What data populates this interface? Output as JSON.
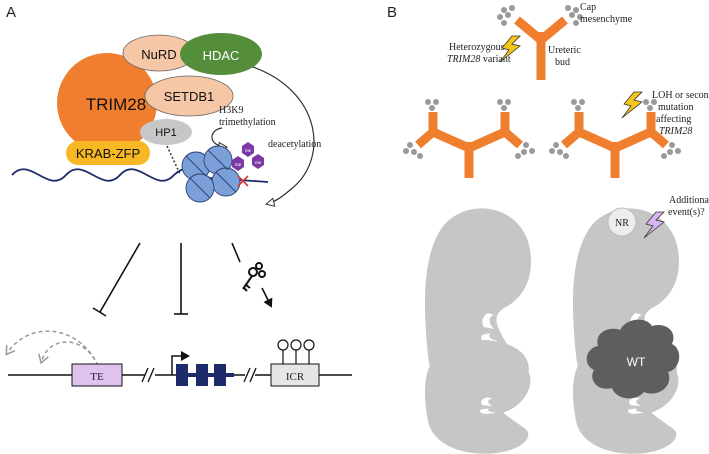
{
  "panels": {
    "a": "A",
    "b": "B"
  },
  "colors": {
    "trim28": "#ef7f2e",
    "nurd": "#f6c7a6",
    "hdac": "#548e3a",
    "setdb1": "#f6c7a6",
    "hp1": "#c7c7c7",
    "krab": "#f7b823",
    "nucleosome": "#7b9fd8",
    "me": "#7b3aa3",
    "te": "#e0c2ef",
    "gene": "#1d2b6b",
    "ureter": "#ef7f2e",
    "kidney": "#c6c6c6",
    "wt": "#5e5e5e",
    "bolt_yellow": "#f5c518",
    "bolt_purple": "#d7b4ee"
  },
  "panelA": {
    "trim28": "TRIM28",
    "nurd": "NuRD",
    "hdac": "HDAC",
    "setdb1": "SETDB1",
    "hp1": "HP1",
    "krab": "KRAB-ZFP",
    "h3k9_line1": "H3K9",
    "h3k9_line2": "trimethylation",
    "deacetylation": "deacetylation",
    "me": "me",
    "te": "TE",
    "icr": "ICR"
  },
  "panelB": {
    "cap_line1": "Cap",
    "cap_line2": "mesenchyme",
    "het_line1": "Heterozygous",
    "het_line2": "TRIM28",
    "het_line2b": " variant",
    "ureteric_line1": "Ureteric",
    "ureteric_line2": "bud",
    "loh_line1": "LOH or second",
    "loh_line2": "mutation",
    "loh_line3": "affecting",
    "loh_line4": "TRIM28",
    "additional_line1": "Additional",
    "additional_line2": "event(s)?",
    "nr": "NR",
    "wt": "WT"
  },
  "icons": [
    "lightning-bolt-icon",
    "key-icon",
    "arrow-icon",
    "cross-icon"
  ]
}
